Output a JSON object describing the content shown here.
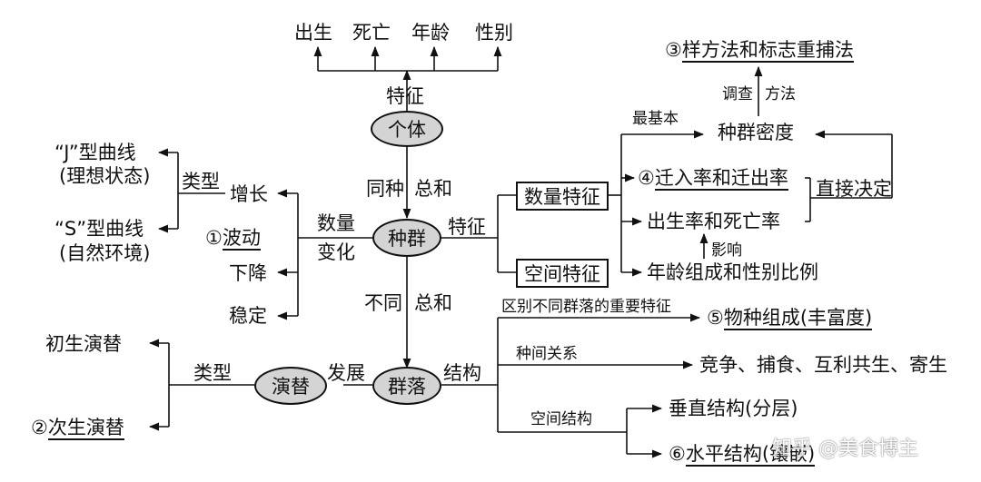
{
  "top_branch": {
    "items": [
      "出生",
      "死亡",
      "年龄",
      "性别"
    ],
    "label": "特征"
  },
  "nodes": {
    "individual": "个体",
    "population": "种群",
    "succession": "演替",
    "community": "群落",
    "quantity_feature": "数量特征",
    "spatial_feature": "空间特征"
  },
  "edges": {
    "same_species_left": "同种",
    "same_species_right": "总和",
    "diff_species_left": "不同",
    "diff_species_right": "总和",
    "population_feature": "特征",
    "quantity_change_1": "数量",
    "quantity_change_2": "变化",
    "growth_type": "类型",
    "succession_type": "类型",
    "development": "发展",
    "structure": "结构"
  },
  "growth": {
    "increase": "增长",
    "j_curve": "“J”型曲线",
    "j_curve_note": "(理想状态)",
    "s_curve": "“S”型曲线",
    "s_curve_note": "(自然环境)",
    "fluctuation_num": "①",
    "fluctuation": "波动",
    "decrease": "下降",
    "stable": "稳定"
  },
  "succession_types": {
    "primary": "初生演替",
    "secondary_num": "②",
    "secondary": "次生演替"
  },
  "density": {
    "methods_num": "③",
    "methods": "样方法和标志重捕法",
    "survey_left": "调查",
    "survey_right": "方法",
    "most_basic": "最基本",
    "population_density": "种群密度",
    "migration_num": "④",
    "migration": "迁入率和迁出率",
    "direct_decide": "直接决定",
    "birth_death_rate": "出生率和死亡率",
    "influence": "影响",
    "age_sex_ratio": "年龄组成和性别比例"
  },
  "community_structure": {
    "distinguish": "区别不同群落的重要特征",
    "species_num": "⑤",
    "species_composition": "物种组成(丰富度)",
    "interspecific": "种间关系",
    "relations": "竞争、捕食、互利共生、寄生",
    "spatial_structure": "空间结构",
    "vertical": "垂直结构(分层)",
    "horizontal_num": "⑥",
    "horizontal": "水平结构(镶嵌)"
  },
  "watermark": "知乎 @美食博主"
}
